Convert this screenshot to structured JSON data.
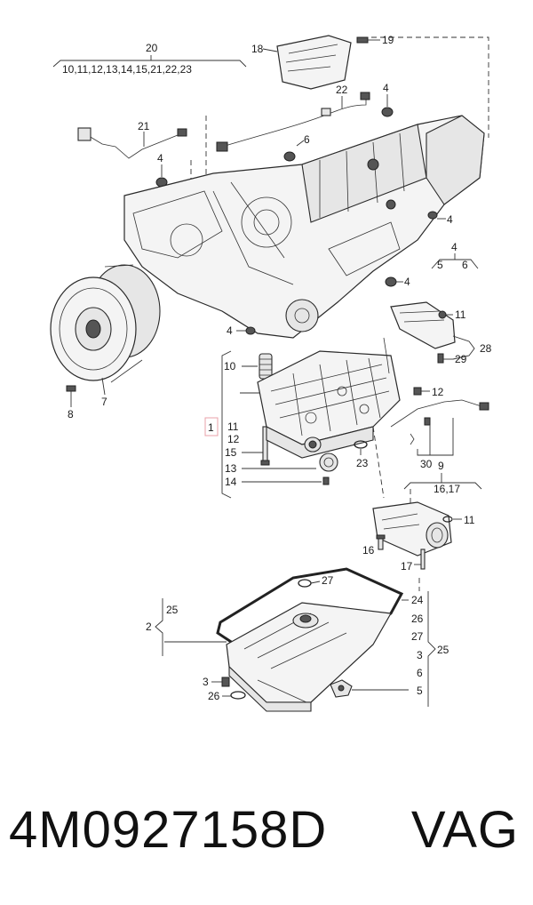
{
  "callouts": {
    "c20": "20",
    "c20_list": "10,11,12,13,14,15,21,22,23",
    "c18": "18",
    "c19": "19",
    "c22": "22",
    "c4a": "4",
    "c21": "21",
    "c6a": "6",
    "c4b": "4",
    "c4c": "4",
    "c4d": "4",
    "c4d_sub5": "5",
    "c4d_sub6": "6",
    "c4e": "4",
    "c4f": "4",
    "c8": "8",
    "c7": "7",
    "c11a": "11",
    "c28": "28",
    "c29": "29",
    "c10": "10",
    "c1": "1",
    "c11b": "11",
    "c12a": "12",
    "c15": "15",
    "c13": "13",
    "c14": "14",
    "c23": "23",
    "c12b": "12",
    "c30": "30",
    "c9": "9",
    "c16_17": "16,17",
    "c11c": "11",
    "c16": "16",
    "c17": "17",
    "c27a": "27",
    "c25a": "25",
    "c2": "2",
    "c24": "24",
    "c26a": "26",
    "c27b": "27",
    "c3a": "3",
    "c25b": "25",
    "c6b": "6",
    "c3b": "3",
    "c26b": "26",
    "c5": "5"
  },
  "caption": {
    "part_number": "4M0927158D",
    "brand": "VAG"
  },
  "highlight_color": "#e8a0a8"
}
